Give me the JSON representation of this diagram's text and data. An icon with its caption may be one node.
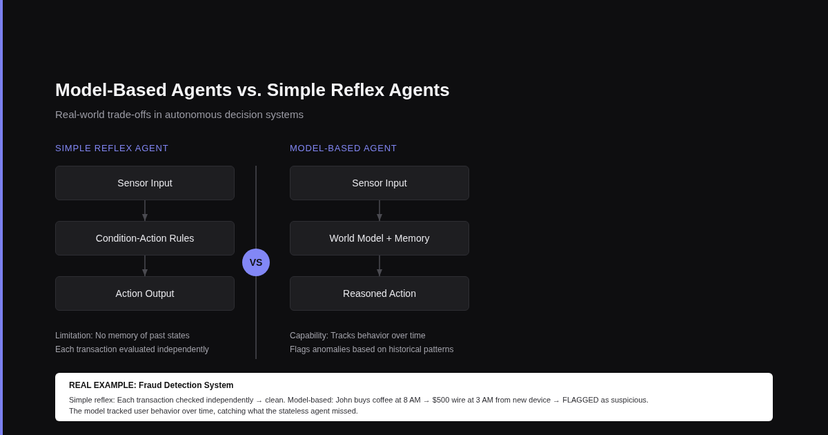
{
  "diagram": {
    "title": "Model-Based Agents vs. Simple Reflex Agents",
    "nodes": [
      {
        "text": [
          "Sensor Input"
        ]
      },
      {
        "text": [
          "Condition-Action Rules"
        ]
      },
      {
        "text": [
          "Action Output"
        ]
      },
      {
        "text": [
          "VS"
        ]
      },
      {
        "text": [
          "Sensor Input"
        ]
      },
      {
        "text": [
          "World Model + Memory"
        ]
      },
      {
        "text": [
          "Reasoned Action"
        ]
      },
      {
        "text": [
          "REAL EXAMPLE: Fraud Detection System",
          "Simple reflex: Each transaction checked independently → clean. Model-based: John buys coffee at 8 AM → $500 wire at 3 AM from new device → FLAGGED as suspicious.",
          "The model tracked user behavior over time, catching what the stateless agent missed."
        ]
      }
    ],
    "edges": [
      {
        "from": 0,
        "to": 1,
        "arrow": "to"
      },
      {
        "from": 1,
        "to": 2,
        "arrow": "to"
      },
      {
        "from": 4,
        "to": 5,
        "arrow": "to"
      },
      {
        "from": 5,
        "to": 6,
        "arrow": "to"
      }
    ],
    "labels": [
      "Real-world trade-offs in autonomous decision systems",
      "SIMPLE REFLEX AGENT",
      "MODEL-BASED AGENT",
      "Limitation: No memory of past states",
      "Each transaction evaluated independently",
      "Capability: Tracks behavior over time",
      "Flags anomalies based on historical patterns"
    ]
  }
}
